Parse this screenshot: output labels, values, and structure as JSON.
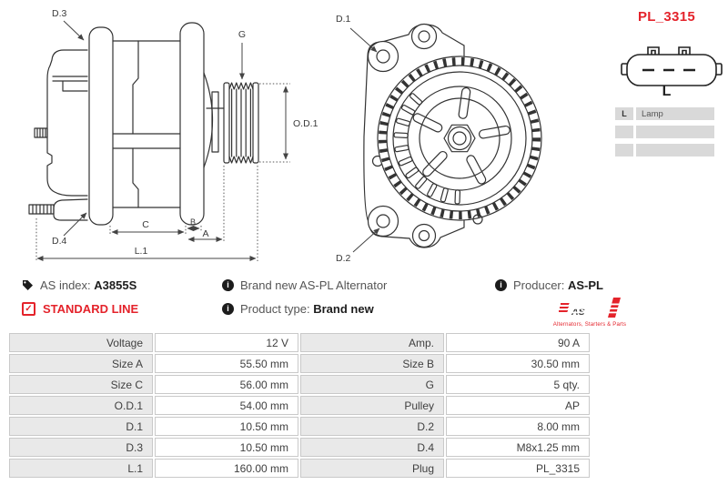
{
  "accent_red": "#e4232b",
  "drawing": {
    "side_view": {
      "labels": {
        "d3": "D.3",
        "g": "G",
        "od1": "O.D.1",
        "d4": "D.4",
        "c": "C",
        "b": "B",
        "a": "A",
        "l1": "L.1"
      }
    },
    "front_view": {
      "labels": {
        "d1": "D.1",
        "d2": "D.2"
      }
    }
  },
  "plug_panel": {
    "code": "PL_3315",
    "pin_label": "L",
    "table": [
      {
        "key": "L",
        "value": "Lamp"
      },
      {
        "key": "",
        "value": ""
      },
      {
        "key": "",
        "value": ""
      }
    ]
  },
  "info_bar": {
    "as_index_label": "AS index:",
    "as_index_value": "A3855S",
    "line_badge": "STANDARD LINE",
    "brand_line": "Brand new AS-PL Alternator",
    "product_type_label": "Product type:",
    "product_type_value": "Brand new",
    "producer_label": "Producer:",
    "producer_value": "AS-PL",
    "logo_text": "AS",
    "logo_tagline": "Alternators, Starters & Parts",
    "info_icon_glyph": "i",
    "check_icon_glyph": "✓"
  },
  "spec_table": {
    "rows": [
      {
        "l1": "Voltage",
        "v1": "12 V",
        "l2": "Amp.",
        "v2": "90 A"
      },
      {
        "l1": "Size A",
        "v1": "55.50 mm",
        "l2": "Size B",
        "v2": "30.50 mm"
      },
      {
        "l1": "Size C",
        "v1": "56.00 mm",
        "l2": "G",
        "v2": "5 qty."
      },
      {
        "l1": "O.D.1",
        "v1": "54.00 mm",
        "l2": "Pulley",
        "v2": "AP"
      },
      {
        "l1": "D.1",
        "v1": "10.50 mm",
        "l2": "D.2",
        "v2": "8.00 mm"
      },
      {
        "l1": "D.3",
        "v1": "10.50 mm",
        "l2": "D.4",
        "v2": "M8x1.25 mm"
      },
      {
        "l1": "L.1",
        "v1": "160.00 mm",
        "l2": "Plug",
        "v2": "PL_3315"
      }
    ]
  }
}
